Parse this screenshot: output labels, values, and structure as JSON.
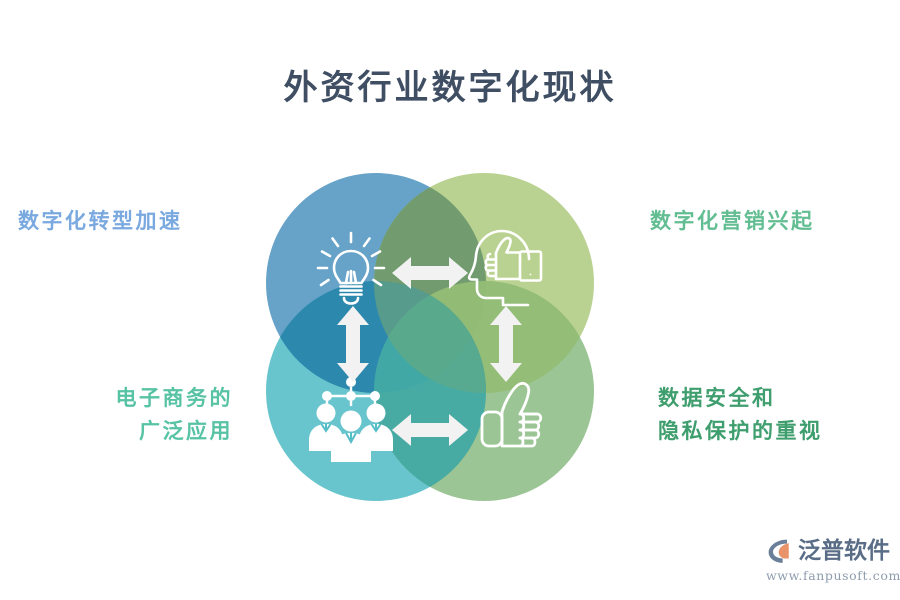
{
  "page": {
    "title": "外资行业数字化现状",
    "background_color": "#ffffff",
    "title_color": "#3f4e63"
  },
  "venn": {
    "type": "four-circle-venn",
    "circles": [
      {
        "id": "digital-transformation",
        "position": "top-left",
        "color": "#5B9BC4",
        "icon": "lightbulb-icon",
        "label": "数字化转型加速"
      },
      {
        "id": "digital-marketing",
        "position": "top-right",
        "color": "#B0CC82",
        "icon": "head-thumbs-up-icon",
        "label": "数字化营销兴起"
      },
      {
        "id": "ecommerce",
        "position": "bottom-left",
        "color": "#54BDC6",
        "icon": "team-network-icon",
        "label": "电子商务的\n广泛应用"
      },
      {
        "id": "data-security",
        "position": "bottom-right",
        "color": "#8DBD85",
        "icon": "thumbs-up-icon",
        "label": "数据安全和\n隐私保护的重视"
      }
    ],
    "connectors": [
      {
        "id": "top-horizontal",
        "icon": "arrow-left-right-icon",
        "color": "#f2f2f2"
      },
      {
        "id": "left-vertical",
        "icon": "arrow-up-down-icon",
        "color": "#f2f2f2"
      },
      {
        "id": "right-vertical",
        "icon": "arrow-up-down-icon",
        "color": "#f2f2f2"
      },
      {
        "id": "bottom-horizontal",
        "icon": "arrow-left-right-icon",
        "color": "#f2f2f2"
      }
    ]
  },
  "labels": {
    "digital_transformation": "数字化转型加速",
    "digital_marketing": "数字化营销兴起",
    "ecommerce": "电子商务的\n广泛应用",
    "data_security": "数据安全和\n隐私保护的重视"
  },
  "label_colors": {
    "digital_transformation": "#7aa9e0",
    "digital_marketing": "#63bd92",
    "ecommerce": "#57c3a4",
    "data_security": "#3f9e6e"
  },
  "logo": {
    "name": "泛普软件",
    "url": "www.fanpusoft.com",
    "mark_color": "#6b7f99",
    "mark_accent_color": "#e8936a",
    "name_color": "#5a6d87",
    "url_color": "#8e9cae"
  }
}
